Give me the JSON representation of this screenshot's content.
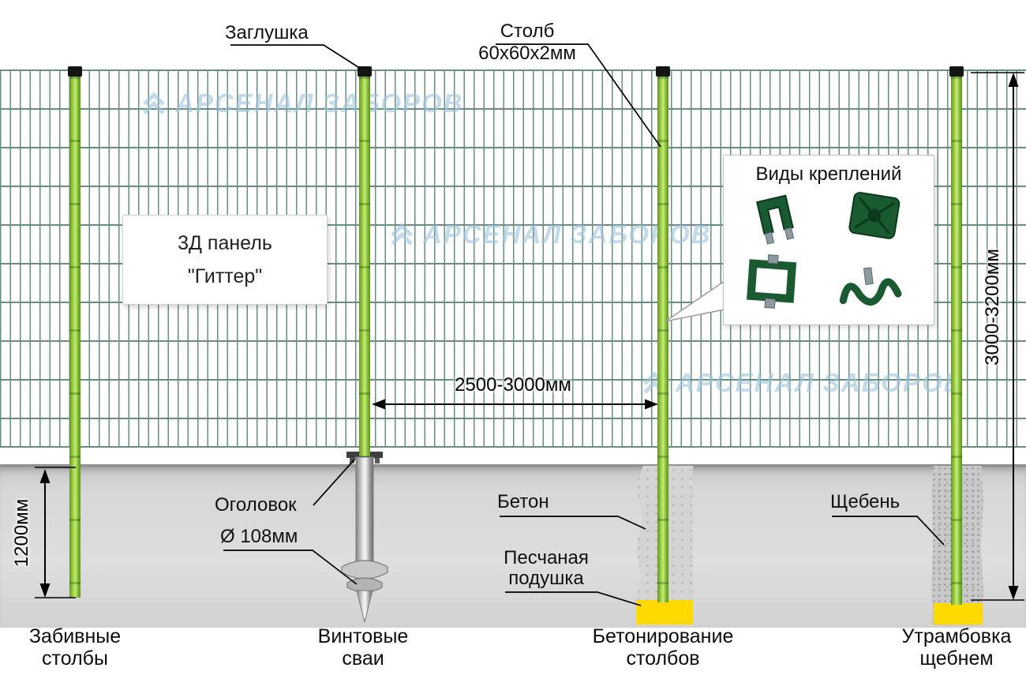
{
  "watermark": {
    "word1": "АРСЕНАЛ",
    "word2": "ЗАБОРОВ"
  },
  "annotations": {
    "cap": "Заглушка",
    "post": "Столб",
    "post_size": "60х60х2мм",
    "panel_line1": "3Д панель",
    "panel_line2": "\"Гиттер\"",
    "fasteners_title": "Виды креплений",
    "pile_head": "Оголовок",
    "pile_diameter": "Ø 108мм",
    "concrete": "Бетон",
    "sand_line1": "Песчаная",
    "sand_line2": "подушка",
    "gravel": "Щебень"
  },
  "dimensions": {
    "span": "2500-3000мм",
    "height": "3000-3200мм",
    "depth": "1200мм"
  },
  "methods": [
    {
      "line1": "Забивные",
      "line2": "столбы"
    },
    {
      "line1": "Винтовые",
      "line2": "сваи"
    },
    {
      "line1": "Бетонирование",
      "line2": "столбов"
    },
    {
      "line1": "Утрамбовка",
      "line2": "щебнем"
    }
  ],
  "icons": {
    "watermark_logo": "double-chevron-up",
    "fasteners": [
      "u-clamp",
      "plate-clamp",
      "frame-clamp",
      "wave-clamp"
    ]
  },
  "colors": {
    "mesh-green": "#53806f",
    "post-green": "#8cc63f",
    "post-dark": "#5f901f",
    "post-light": "#a9d94e",
    "cap-black": "#141414",
    "ground-gray": "#d7d7d7",
    "concrete-gray": "#d4d4d4",
    "gravel-gray": "#c9c9c9",
    "sand-yellow": "#ffd900",
    "fastener-green": "#1a5a31",
    "fastener-dark": "#0b3a1c",
    "watermark-blue": "#9fc4de"
  }
}
